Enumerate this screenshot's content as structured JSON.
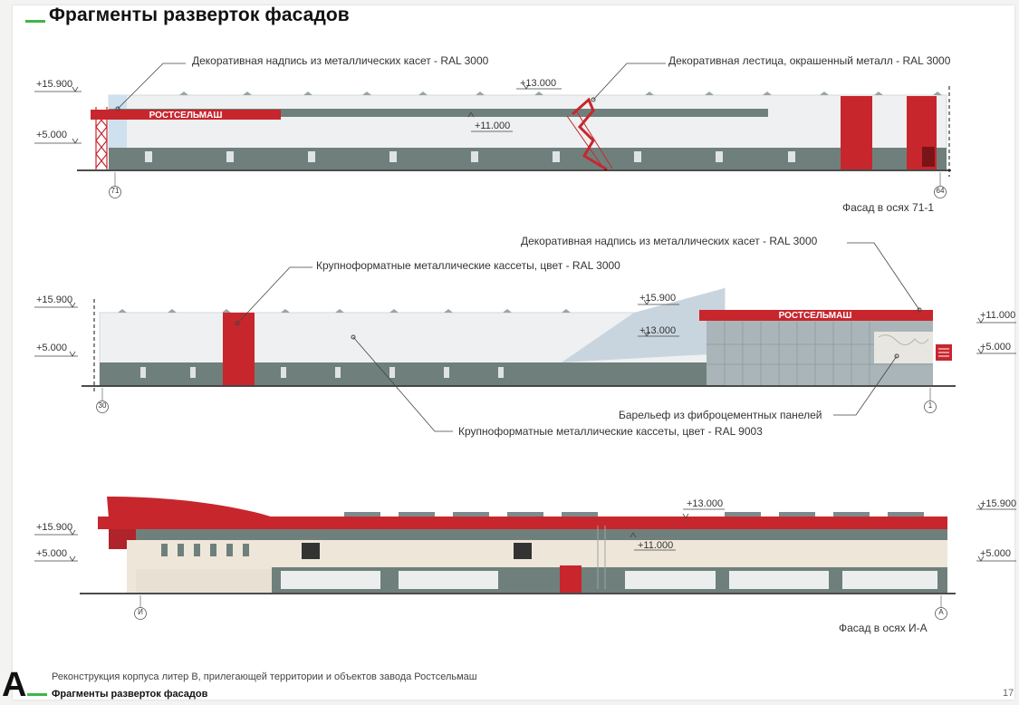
{
  "page": {
    "title": "Фрагменты разверток фасадов",
    "footer_logo": "A",
    "footer_description": "Реконструкция корпуса литер В,  прилегающей территории и объектов завода Ростсельмаш",
    "footer_title": "Фрагменты разверток фасадов",
    "page_number": "17"
  },
  "facade1": {
    "callout_left": "Декоративная надпись из металлических касет - RAL 3000",
    "callout_right": "Декоративная лестица, окрашенный металл - RAL 3000",
    "level_top": "+15.900",
    "level_mid": "+5.000",
    "level_13": "+13.000",
    "level_11": "+11.000",
    "axis_left": "71",
    "axis_right": "64",
    "caption": "Фасад в осях 71-1",
    "sign_text": "РОСТСЕЛЬМАШ"
  },
  "facade2": {
    "callout_cassette_red": "Крупноформатные металлические кассеты, цвет - RAL 3000",
    "callout_sign": "Декоративная надпись из металлических касет - RAL 3000",
    "callout_relief": "Барельеф из фиброцементных панелей",
    "callout_cassette_white": "Крупноформатные металлические кассеты, цвет - RAL 9003",
    "level_top_left": "+15.900",
    "level_mid_left": "+5.000",
    "level_15900_center": "+15.900",
    "level_13_center": "+13.000",
    "level_top_right": "+11.000",
    "level_mid_right": "+5.000",
    "axis_left": "30",
    "axis_right": "1",
    "sign_text": "РОСТСЕЛЬМАШ"
  },
  "facade3": {
    "level_top_left": "+15.900",
    "level_mid_left": "+5.000",
    "level_13": "+13.000",
    "level_11": "+11.000",
    "level_top_right": "+15.900",
    "level_mid_right": "+5.000",
    "axis_left": "И",
    "axis_right": "А",
    "caption": "Фасад в осях И-А"
  },
  "colors": {
    "accent_green": "#3fb54a",
    "ral3000_red": "#c8262d",
    "panel_white": "#eef0f1",
    "panel_grey": "#6f807c",
    "beige": "#efe6da"
  }
}
